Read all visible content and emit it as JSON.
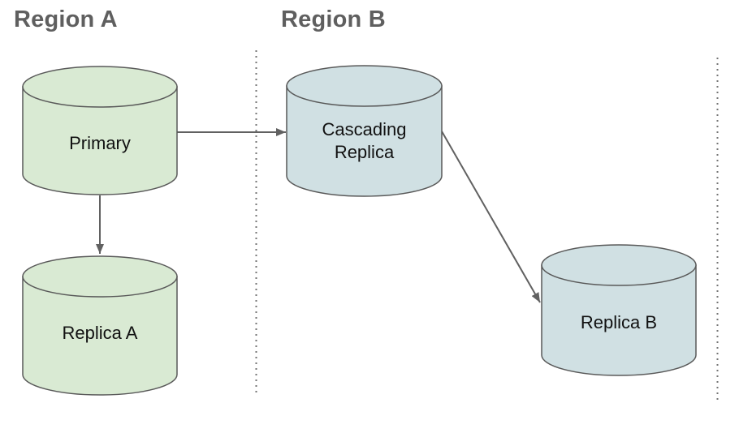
{
  "regions": [
    {
      "label": "Region A"
    },
    {
      "label": "Region B"
    }
  ],
  "nodes": [
    {
      "id": "primary",
      "label": "Primary",
      "shape": "database-cylinder",
      "region": "Region A",
      "fill": "#d9ead3"
    },
    {
      "id": "replica-a",
      "label": "Replica A",
      "shape": "database-cylinder",
      "region": "Region A",
      "fill": "#d9ead3"
    },
    {
      "id": "cascading-replica",
      "label": "Cascading\nReplica",
      "shape": "database-cylinder",
      "region": "Region B",
      "fill": "#d0e0e3"
    },
    {
      "id": "replica-b",
      "label": "Replica B",
      "shape": "database-cylinder",
      "region": "Region B",
      "fill": "#d0e0e3"
    }
  ],
  "edges": [
    {
      "from": "primary",
      "to": "cascading-replica",
      "style": "arrow"
    },
    {
      "from": "primary",
      "to": "replica-a",
      "style": "arrow"
    },
    {
      "from": "cascading-replica",
      "to": "replica-b",
      "style": "arrow"
    }
  ],
  "colors": {
    "green_fill": "#d9ead3",
    "blue_fill": "#d0e0e3",
    "shape_stroke": "#595959",
    "arrow": "#616161",
    "divider": "#757575",
    "heading_text": "#5f5f5f",
    "label_text": "#111111",
    "background": "#ffffff"
  }
}
